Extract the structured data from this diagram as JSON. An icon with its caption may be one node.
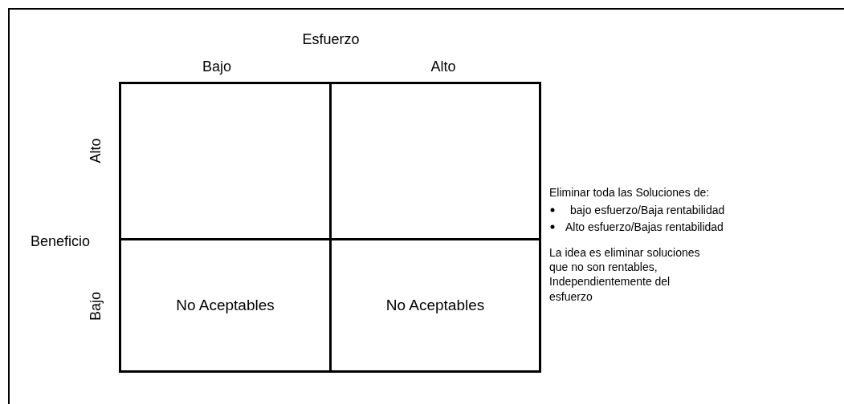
{
  "diagram": {
    "nodes": [
      {
        "text": [],
        "shape": "box"
      },
      {
        "text": [],
        "shape": "box"
      },
      {
        "text": [
          "No Aceptables"
        ]
      },
      {
        "text": [
          "No Aceptables"
        ]
      }
    ],
    "labels": [
      "Esfuerzo",
      "Bajo",
      "Alto",
      "Alto",
      "Beneficio",
      "Bajo",
      "Eliminar toda las Soluciones de:",
      "bajo esfuerzo/Baja rentabilidad",
      "Alto esfuerzo/Bajas rentabilidad",
      "La idea es eliminar soluciones que no son rentables, Independientemente del esfuerzo"
    ]
  }
}
